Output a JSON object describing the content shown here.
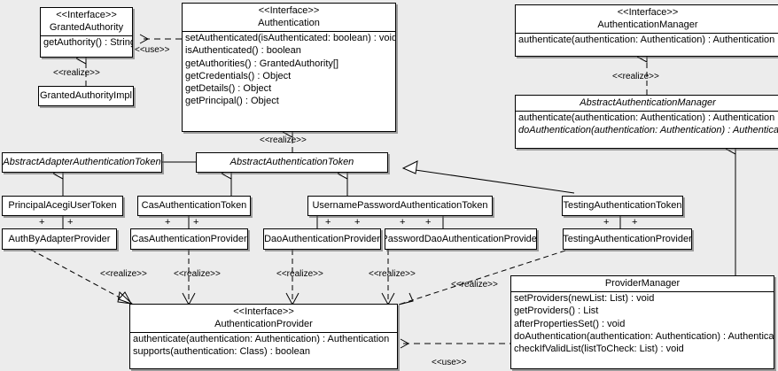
{
  "diagram": {
    "kind": "uml-class-diagram",
    "background": "#ececec",
    "line_color": "#000000",
    "box_fill": "#ffffff"
  },
  "stereotypes": {
    "interface": "<<Interface>>",
    "realize": "<<realize>>",
    "use": "<<use>>",
    "plus": "+"
  },
  "classes": {
    "granted_authority": {
      "stereotype": "<<Interface>>",
      "name": "GrantedAuthority",
      "operations": [
        "getAuthority() : String"
      ]
    },
    "granted_authority_impl": {
      "name": "GrantedAuthorityImpl"
    },
    "authentication": {
      "stereotype": "<<Interface>>",
      "name": "Authentication",
      "operations": [
        "setAuthenticated(isAuthenticated: boolean) : void",
        "isAuthenticated() : boolean",
        "getAuthorities() : GrantedAuthority[]",
        "getCredentials() : Object",
        "getDetails() : Object",
        "getPrincipal() : Object"
      ]
    },
    "authentication_manager": {
      "stereotype": "<<Interface>>",
      "name": "AuthenticationManager",
      "operations": [
        "authenticate(authentication: Authentication) : Authentication"
      ]
    },
    "abstract_authentication_manager": {
      "name": "AbstractAuthenticationManager",
      "operations": [
        "authenticate(authentication: Authentication) : Authentication",
        "doAuthentication(authentication: Authentication) : Authentication"
      ]
    },
    "abstract_adapter_authentication_token": {
      "name": "AbstractAdapterAuthenticationToken"
    },
    "abstract_authentication_token": {
      "name": "AbstractAuthenticationToken"
    },
    "principal_acegi_user_token": {
      "name": "PrincipalAcegiUserToken"
    },
    "cas_authentication_token": {
      "name": "CasAuthenticationToken"
    },
    "username_password_authentication_token": {
      "name": "UsernamePasswordAuthenticationToken"
    },
    "testing_authentication_token": {
      "name": "TestingAuthenticationToken"
    },
    "auth_by_adapter_provider": {
      "name": "AuthByAdapterProvider"
    },
    "cas_authentication_provider": {
      "name": "CasAuthenticationProvider"
    },
    "dao_authentication_provider": {
      "name": "DaoAuthenticationProvider"
    },
    "password_dao_authentication_provider": {
      "name": "PasswordDaoAuthenticationProvider"
    },
    "testing_authentication_provider": {
      "name": "TestingAuthenticationProvider"
    },
    "authentication_provider": {
      "stereotype": "<<Interface>>",
      "name": "AuthenticationProvider",
      "operations": [
        "authenticate(authentication: Authentication) : Authentication",
        "supports(authentication: Class) : boolean"
      ]
    },
    "provider_manager": {
      "name": "ProviderManager",
      "operations": [
        "setProviders(newList: List) : void",
        "getProviders() : List",
        "afterPropertiesSet() : void",
        "doAuthentication(authentication: Authentication) : Authentication",
        "checkIfValidList(listToCheck: List) : void"
      ]
    }
  },
  "relationship_labels": {
    "use_granted_authority": "<<use>>",
    "realize_granted_authority_impl": "<<realize>>",
    "realize_abstract_authentication_token": "<<realize>>",
    "realize_abstract_authentication_manager": "<<realize>>",
    "realize_auth_by_adapter_provider": "<<realize>>",
    "realize_cas_authentication_provider": "<<realize>>",
    "realize_dao_authentication_provider": "<<realize>>",
    "realize_password_dao_authentication_provider": "<<realize>>",
    "realize_testing_authentication_provider": "<<realize>>",
    "use_provider_manager": "<<use>>"
  }
}
